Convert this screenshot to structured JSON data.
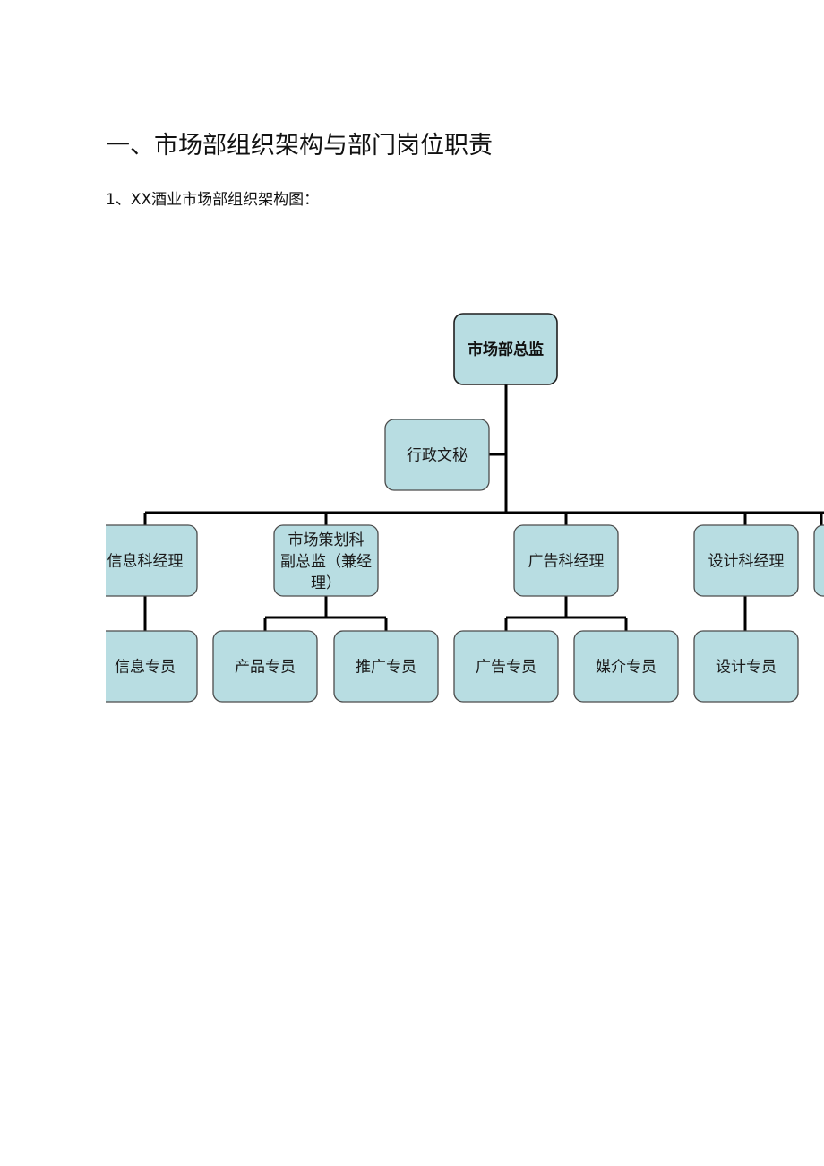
{
  "document": {
    "heading": "一、市场部组织架构与部门岗位职责",
    "subheading": "1、XX酒业市场部组织架构图："
  },
  "org_chart": {
    "root": "市场部总监",
    "assistant": "行政文秘",
    "departments": [
      {
        "title": "信息科经理",
        "staff": [
          "信息专员"
        ]
      },
      {
        "title_lines": [
          "市场策划科",
          "副总监（兼经",
          "理）"
        ],
        "staff": [
          "产品专员",
          "推广专员"
        ]
      },
      {
        "title": "广告科经理",
        "staff": [
          "广告专员",
          "媒介专员"
        ]
      },
      {
        "title": "设计科经理",
        "staff": [
          "设计专员"
        ]
      }
    ]
  }
}
